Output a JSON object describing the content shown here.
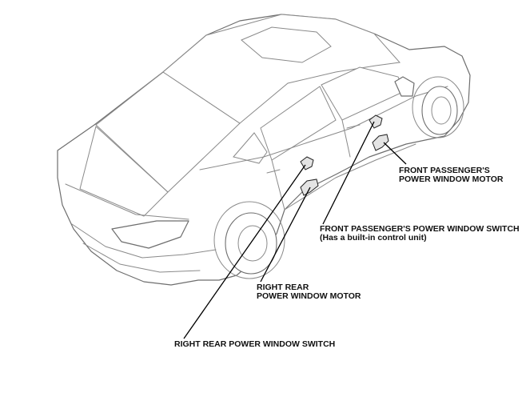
{
  "diagram": {
    "callouts": {
      "front_passenger_motor": {
        "line1": "FRONT PASSENGER'S",
        "line2": "POWER WINDOW MOTOR"
      },
      "front_passenger_switch": {
        "line1": "FRONT PASSENGER'S POWER WINDOW SWITCH",
        "line2": "(Has a built-in control unit)"
      },
      "right_rear_motor": {
        "line1": "RIGHT REAR",
        "line2": "POWER WINDOW MOTOR"
      },
      "right_rear_switch": {
        "line1": "RIGHT REAR POWER WINDOW SWITCH"
      }
    },
    "colors": {
      "line": "#000000",
      "car_outline": "#6e6e6e",
      "background": "#ffffff"
    }
  }
}
